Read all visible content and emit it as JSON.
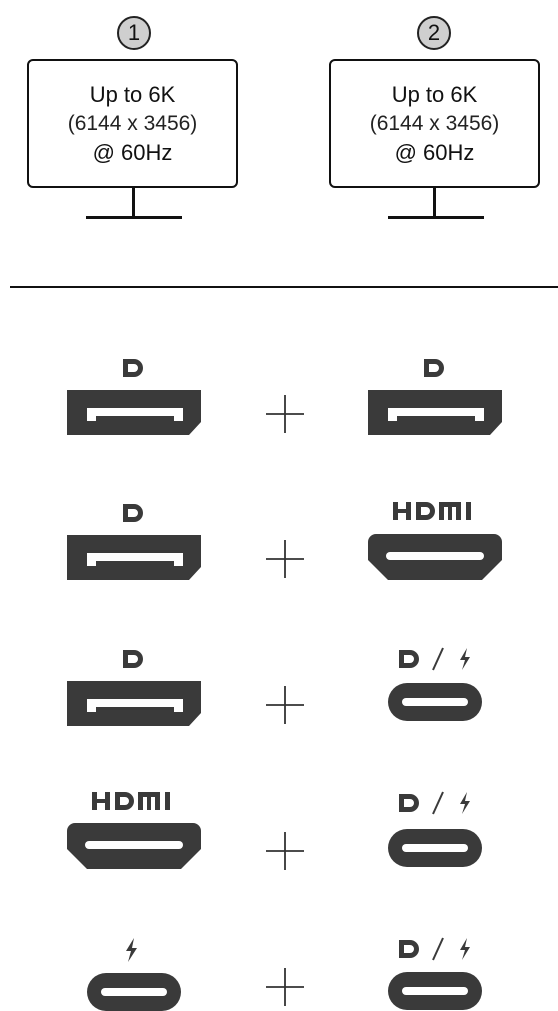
{
  "displays": [
    {
      "number": "1",
      "line1": "Up to 6K",
      "line2": "(6144 x 3456)",
      "line3": "@ 60Hz"
    },
    {
      "number": "2",
      "line1": "Up to 6K",
      "line2": "(6144 x 3456)",
      "line3": "@ 60Hz"
    }
  ],
  "combinations": [
    {
      "left": "DisplayPort",
      "right": "DisplayPort"
    },
    {
      "left": "DisplayPort",
      "right": "HDMI"
    },
    {
      "left": "DisplayPort",
      "right": "USB-C DisplayPort / Thunderbolt"
    },
    {
      "left": "HDMI",
      "right": "USB-C DisplayPort / Thunderbolt"
    },
    {
      "left": "Thunderbolt",
      "right": "USB-C DisplayPort / Thunderbolt"
    }
  ],
  "colors": {
    "port": "#3a3a3a",
    "badge": "#cfcfcf",
    "line": "#111111"
  }
}
